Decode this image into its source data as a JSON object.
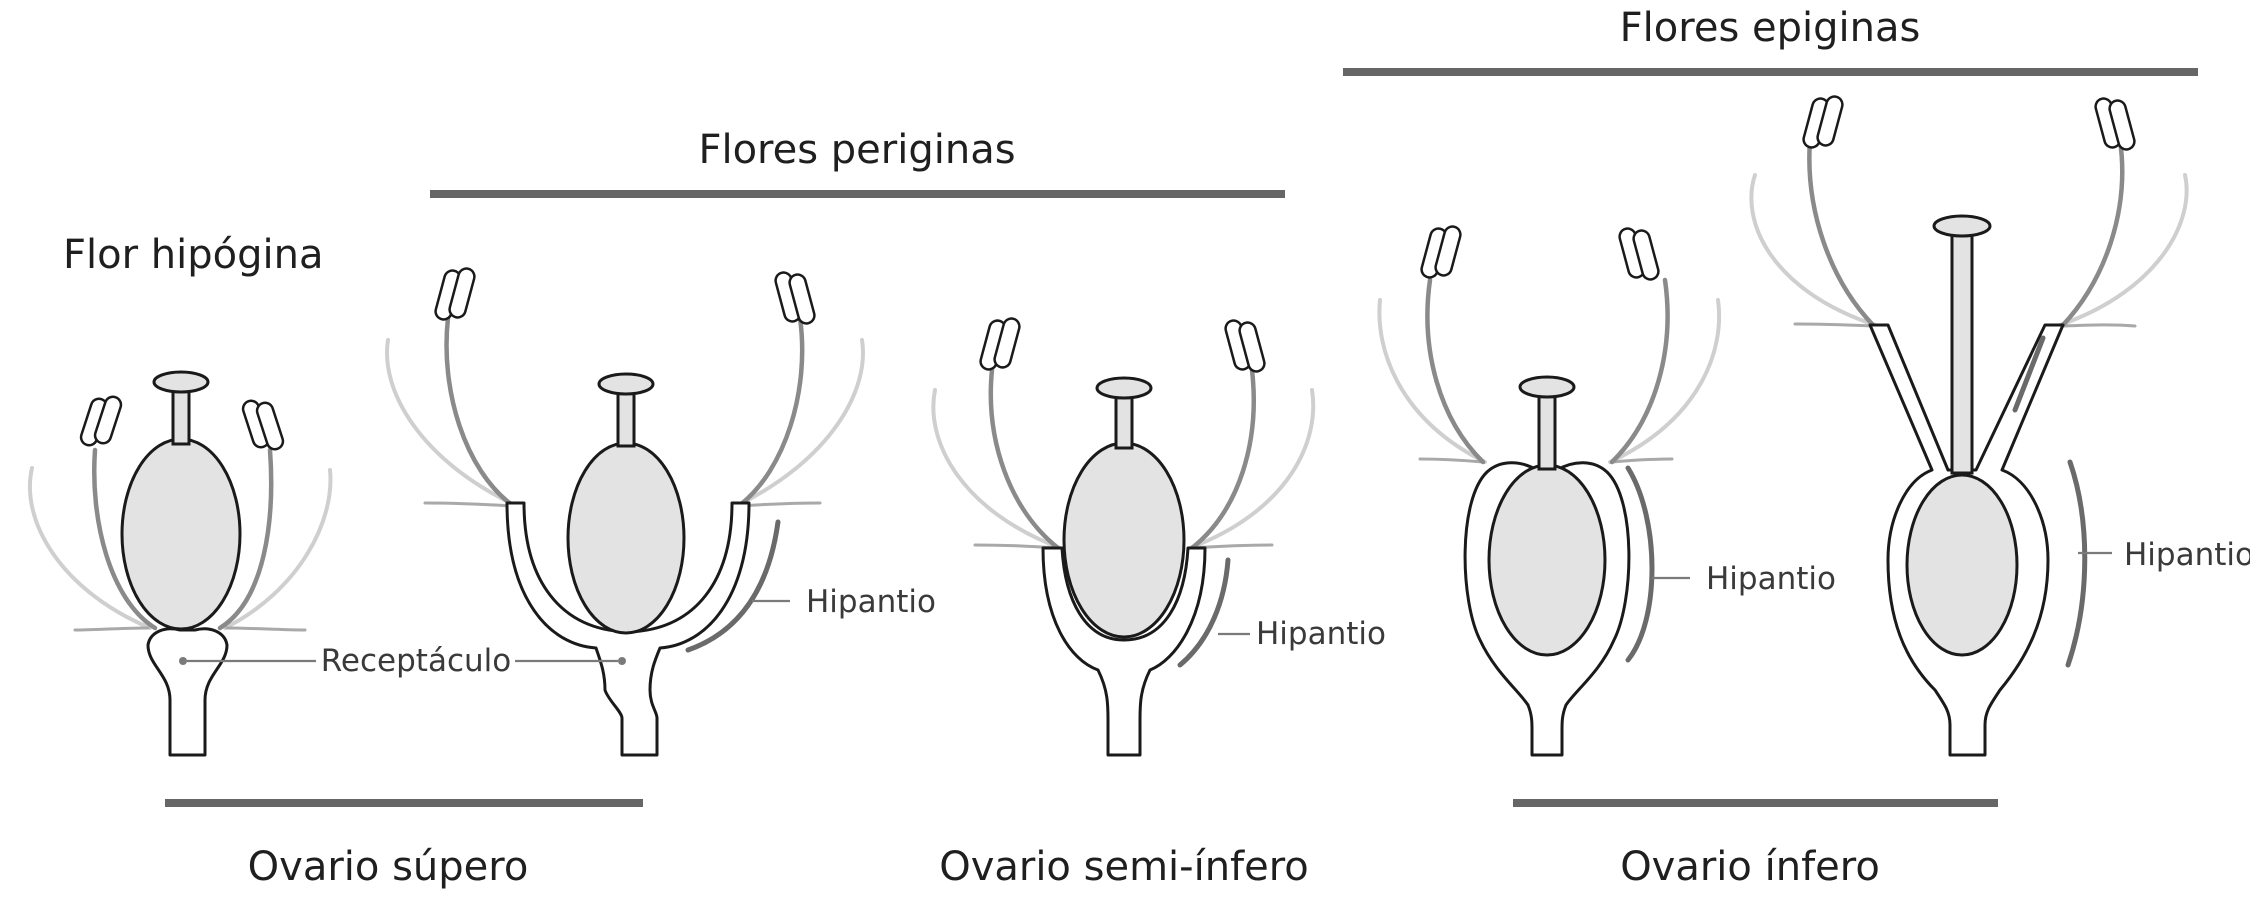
{
  "labels": {
    "flor_hipogina": "Flor hipógina",
    "flores_periginas": "Flores periginas",
    "flores_epiginas": "Flores epiginas",
    "receptaculo": "Receptáculo",
    "hipantio_1": "Hipantio",
    "hipantio_2": "Hipantio",
    "hipantio_3": "Hipantio",
    "hipantio_4": "Hipantio",
    "ovario_supero": "Ovario súpero",
    "ovario_semi_infero": "Ovario semi-ínfero",
    "ovario_infero": "Ovario ínfero"
  },
  "colors": {
    "bar": "#666666",
    "ovary_fill": "#e3e3e3",
    "outline": "#1a1a1a",
    "filament": "#8a8a8a",
    "petal": "#cfcfcf"
  }
}
